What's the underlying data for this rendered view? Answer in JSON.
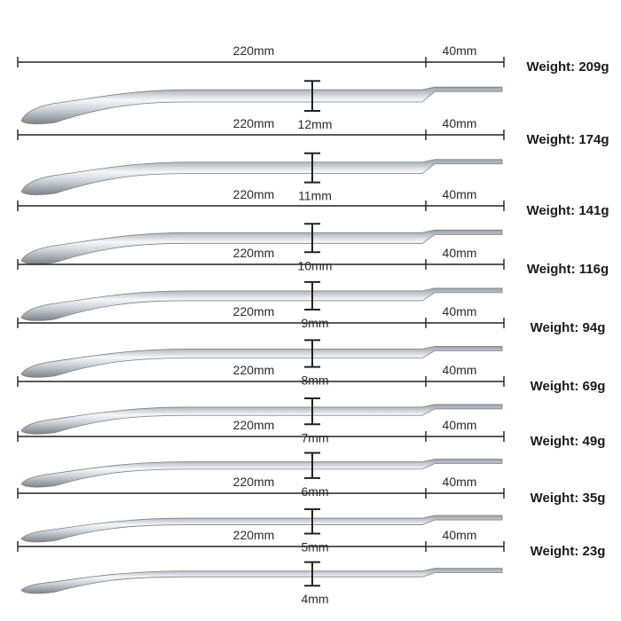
{
  "rods": [
    {
      "length_label": "220mm",
      "tip_label": "40mm",
      "diameter_label": "12mm",
      "weight_label": "Weight: 209g",
      "diameter_mm": 12
    },
    {
      "length_label": "220mm",
      "tip_label": "40mm",
      "diameter_label": "11mm",
      "weight_label": "Weight: 174g",
      "diameter_mm": 11
    },
    {
      "length_label": "220mm",
      "tip_label": "40mm",
      "diameter_label": "10mm",
      "weight_label": "Weight: 141g",
      "diameter_mm": 10
    },
    {
      "length_label": "220mm",
      "tip_label": "40mm",
      "diameter_label": "9mm",
      "weight_label": "Weight: 116g",
      "diameter_mm": 9
    },
    {
      "length_label": "220mm",
      "tip_label": "40mm",
      "diameter_label": "8mm",
      "weight_label": "Weight: 94g",
      "diameter_mm": 8
    },
    {
      "length_label": "220mm",
      "tip_label": "40mm",
      "diameter_label": "7mm",
      "weight_label": "Weight: 69g",
      "diameter_mm": 7
    },
    {
      "length_label": "220mm",
      "tip_label": "40mm",
      "diameter_label": "6mm",
      "weight_label": "Weight: 49g",
      "diameter_mm": 6
    },
    {
      "length_label": "220mm",
      "tip_label": "40mm",
      "diameter_label": "5mm",
      "weight_label": "Weight: 35g",
      "diameter_mm": 5
    },
    {
      "length_label": "220mm",
      "tip_label": "40mm",
      "diameter_label": "4mm",
      "weight_label": "Weight: 23g",
      "diameter_mm": 4
    }
  ],
  "colors": {
    "line": "#222222",
    "metal_dark": "#8a8f96",
    "metal_mid": "#c9cdd2",
    "metal_light": "#f4f6f8"
  }
}
